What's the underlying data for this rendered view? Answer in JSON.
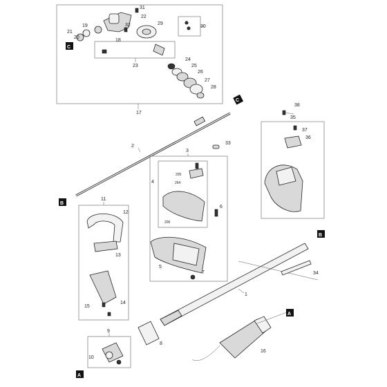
{
  "callouts": {
    "n1": "1",
    "n2": "2",
    "n3": "3",
    "n4": "4",
    "n5": "5",
    "n6": "6",
    "n7": "7",
    "n8": "8",
    "n9": "9",
    "n10": "10",
    "n11": "11",
    "n12": "12",
    "n13": "13",
    "n14": "14",
    "n15": "15",
    "n16": "16",
    "n17": "17",
    "n18": "18",
    "n19": "19",
    "n20": "20",
    "n21": "21",
    "n22": "22",
    "n23": "23",
    "n24": "24",
    "n25": "25",
    "n26": "26",
    "n27": "27",
    "n28": "28",
    "n29": "29",
    "n30": "30",
    "n31": "31",
    "n32": "32",
    "n33": "33",
    "n34": "34",
    "n35": "35",
    "n36": "36",
    "n37": "37",
    "n38": "38",
    "n205": "205",
    "n206": "206",
    "n264": "264"
  },
  "tags": {
    "a": "A",
    "b": "B",
    "c": "C"
  }
}
